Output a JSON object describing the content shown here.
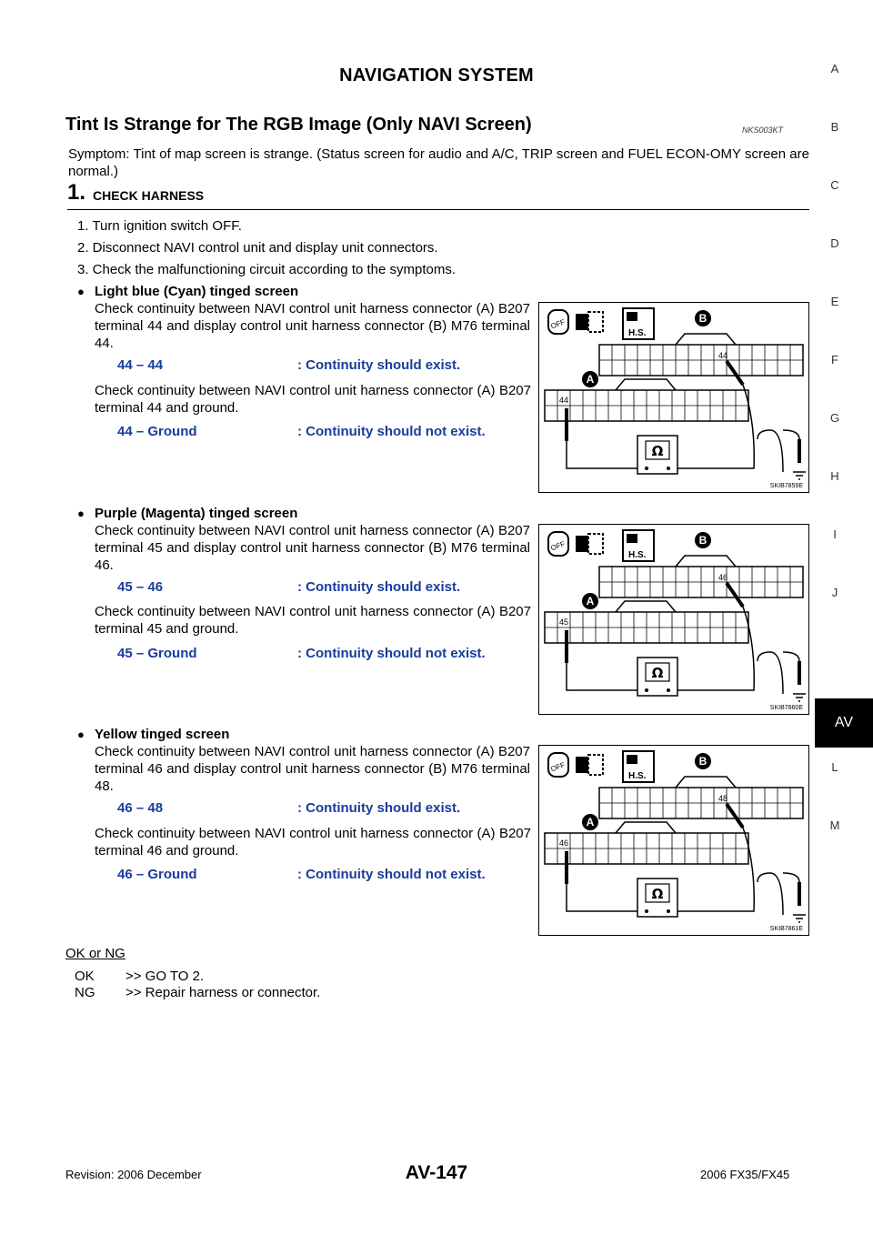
{
  "header": {
    "title": "NAVIGATION SYSTEM"
  },
  "section": {
    "title": "Tint Is Strange for The RGB Image (Only NAVI Screen)",
    "code": "NKS003KT",
    "symptom": "Symptom: Tint of map screen is strange. (Status screen for audio and A/C, TRIP screen and FUEL ECON-OMY screen are normal.)"
  },
  "step": {
    "number": "1.",
    "label": "CHECK HARNESS"
  },
  "instructions": [
    "1. Turn ignition switch OFF.",
    "2. Disconnect NAVI control unit and display unit connectors.",
    "3. Check the malfunctioning circuit according to the symptoms."
  ],
  "checks": [
    {
      "title": "Light blue (Cyan) tinged screen",
      "body": "Check continuity between NAVI control unit harness connector (A) B207 terminal 44 and display control unit harness connector (B) M76 terminal 44.",
      "spec1_lhs": "44 – 44",
      "spec1_rhs": ": Continuity should exist.",
      "check2": "Check continuity between NAVI control unit harness connector (A) B207 terminal 44 and ground.",
      "spec2_lhs": "44 – Ground",
      "spec2_rhs": ": Continuity should not exist.",
      "fig_code": "SKIB7859E",
      "term_a": "44",
      "term_b": "44"
    },
    {
      "title": "Purple (Magenta) tinged screen",
      "body": "Check continuity between NAVI control unit harness connector (A) B207 terminal 45 and display control unit harness connector (B) M76 terminal 46.",
      "spec1_lhs": "45 – 46",
      "spec1_rhs": ": Continuity should exist.",
      "check2": "Check continuity between NAVI control unit harness connector (A) B207 terminal 45 and ground.",
      "spec2_lhs": "45 – Ground",
      "spec2_rhs": ": Continuity should not exist.",
      "fig_code": "SKIB7860E",
      "term_a": "45",
      "term_b": "46"
    },
    {
      "title": "Yellow tinged screen",
      "body": "Check continuity between NAVI control unit harness connector (A) B207 terminal 46 and display control unit harness connector (B) M76 terminal 48.",
      "spec1_lhs": "46 – 48",
      "spec1_rhs": ": Continuity should exist.",
      "check2": "Check continuity between NAVI control unit harness connector (A) B207 terminal 46 and ground.",
      "spec2_lhs": "46 – Ground",
      "spec2_rhs": ": Continuity should not exist.",
      "fig_code": "SKIB7861E",
      "term_a": "46",
      "term_b": "48"
    }
  ],
  "figure_labels": {
    "connector_a": "A",
    "connector_b": "B",
    "off": "OFF",
    "hs": "H.S.",
    "ohm": "Ω"
  },
  "ok_ng": {
    "label": "OK or NG",
    "ok": "OK",
    "ok_action": ">> GO TO 2.",
    "ng": "NG",
    "ng_action": ">> Repair harness or connector."
  },
  "side_tabs": [
    "A",
    "B",
    "C",
    "D",
    "E",
    "F",
    "G",
    "H",
    "I",
    "J",
    "AV",
    "L",
    "M"
  ],
  "active_tab": "AV",
  "footer": {
    "revision": "Revision: 2006 December",
    "page": "AV-147",
    "model": "2006 FX35/FX45"
  },
  "colors": {
    "spec_text": "#1a3c9c"
  }
}
